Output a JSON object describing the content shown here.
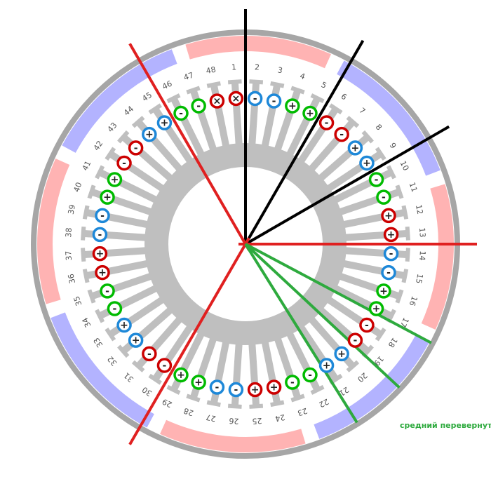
{
  "slot_numbers": [
    "1",
    "2",
    "3",
    "4",
    "5",
    "6",
    "7",
    "8",
    "9",
    "10",
    "11",
    "12",
    "13",
    "14",
    "15",
    "16",
    "17",
    "18",
    "19",
    "20",
    "21",
    "22",
    "23",
    "24",
    "25",
    "26",
    "27",
    "28",
    "29",
    "30",
    "31",
    "32",
    "33",
    "34",
    "35",
    "36",
    "37",
    "38",
    "39",
    "40",
    "41",
    "42",
    "43",
    "44",
    "45",
    "46",
    "47",
    "48"
  ],
  "coils": [
    {
      "phase": "red",
      "sign": "×"
    },
    {
      "phase": "blue",
      "sign": "-"
    },
    {
      "phase": "blue",
      "sign": "-"
    },
    {
      "phase": "green",
      "sign": "+"
    },
    {
      "phase": "green",
      "sign": "+"
    },
    {
      "phase": "red",
      "sign": "-"
    },
    {
      "phase": "red",
      "sign": "-"
    },
    {
      "phase": "blue",
      "sign": "+"
    },
    {
      "phase": "blue",
      "sign": "+"
    },
    {
      "phase": "green",
      "sign": "-"
    },
    {
      "phase": "green",
      "sign": "-"
    },
    {
      "phase": "red",
      "sign": "+"
    },
    {
      "phase": "red",
      "sign": "+"
    },
    {
      "phase": "blue",
      "sign": "-"
    },
    {
      "phase": "blue",
      "sign": "-"
    },
    {
      "phase": "green",
      "sign": "+"
    },
    {
      "phase": "green",
      "sign": "+"
    },
    {
      "phase": "red",
      "sign": "-"
    },
    {
      "phase": "red",
      "sign": "-"
    },
    {
      "phase": "blue",
      "sign": "+"
    },
    {
      "phase": "blue",
      "sign": "+"
    },
    {
      "phase": "green",
      "sign": "-"
    },
    {
      "phase": "green",
      "sign": "-"
    },
    {
      "phase": "red",
      "sign": "+"
    },
    {
      "phase": "red",
      "sign": "+"
    },
    {
      "phase": "blue",
      "sign": "-"
    },
    {
      "phase": "blue",
      "sign": "-"
    },
    {
      "phase": "green",
      "sign": "+"
    },
    {
      "phase": "green",
      "sign": "+"
    },
    {
      "phase": "red",
      "sign": "-"
    },
    {
      "phase": "red",
      "sign": "-"
    },
    {
      "phase": "blue",
      "sign": "+"
    },
    {
      "phase": "blue",
      "sign": "+"
    },
    {
      "phase": "green",
      "sign": "-"
    },
    {
      "phase": "green",
      "sign": "-"
    },
    {
      "phase": "red",
      "sign": "+"
    },
    {
      "phase": "red",
      "sign": "+"
    },
    {
      "phase": "blue",
      "sign": "-"
    },
    {
      "phase": "blue",
      "sign": "-"
    },
    {
      "phase": "green",
      "sign": "+"
    },
    {
      "phase": "green",
      "sign": "+"
    },
    {
      "phase": "red",
      "sign": "-"
    },
    {
      "phase": "red",
      "sign": "-"
    },
    {
      "phase": "blue",
      "sign": "+"
    },
    {
      "phase": "blue",
      "sign": "+"
    },
    {
      "phase": "green",
      "sign": "-"
    },
    {
      "phase": "green",
      "sign": "-"
    },
    {
      "phase": "red",
      "sign": "×"
    }
  ],
  "pole_segments": [
    {
      "color": "pink",
      "slot_center": 24.5
    },
    {
      "color": "blue",
      "slot_center": 30.5
    },
    {
      "color": "pink",
      "slot_center": 36.5
    },
    {
      "color": "blue",
      "slot_center": 42.5
    },
    {
      "color": "pink",
      "slot_center": 0.5
    },
    {
      "color": "blue",
      "slot_center": 6.5
    },
    {
      "color": "pink",
      "slot_center": 12.5
    },
    {
      "color": "blue",
      "slot_center": 18.5
    }
  ],
  "lines": [
    {
      "color": "black",
      "angle_deg": 0
    },
    {
      "color": "black",
      "angle_deg": 30
    },
    {
      "color": "black",
      "angle_deg": 60
    },
    {
      "color": "red",
      "angle_deg": 90
    },
    {
      "color": "red",
      "angle_deg": 210
    },
    {
      "color": "red",
      "angle_deg": 330
    },
    {
      "color": "green",
      "angle_deg": 118
    },
    {
      "color": "green",
      "angle_deg": 133
    },
    {
      "color": "green",
      "angle_deg": 148
    }
  ],
  "colors": {
    "ring": "#a6a6a6",
    "stator": "#bfbfbf",
    "pink": "#ffb3b3",
    "blue": "#b3b3ff",
    "red": "#cc0000",
    "green": "#00bb00",
    "blue_phase": "#1e88d8",
    "line_red": "#e02020",
    "line_black": "#000000",
    "line_green": "#2eaa3e"
  },
  "annotation": "средний перевернуть"
}
